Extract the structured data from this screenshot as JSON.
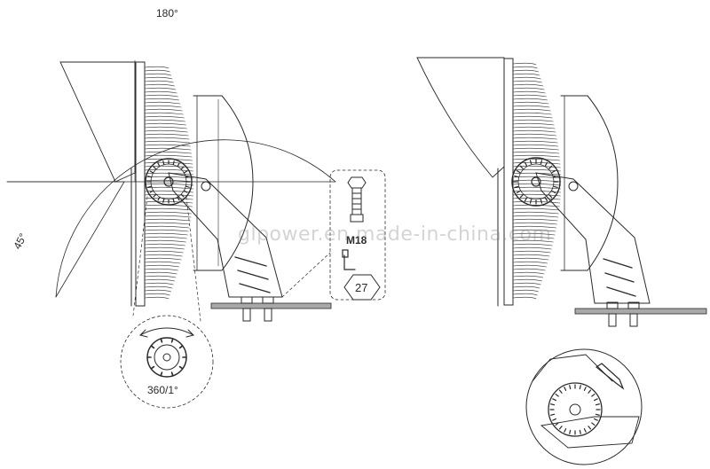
{
  "labels": {
    "angle_top": "180°",
    "angle_side": "45°",
    "bolt_size": "M18",
    "wrench_size": "27",
    "rotation": "360/1°"
  },
  "watermark": "glpower.en.made-in-china.com",
  "colors": {
    "line": "#2a2a2a",
    "surface": "#a8a8a8",
    "watermark": "#b4b4b4"
  }
}
